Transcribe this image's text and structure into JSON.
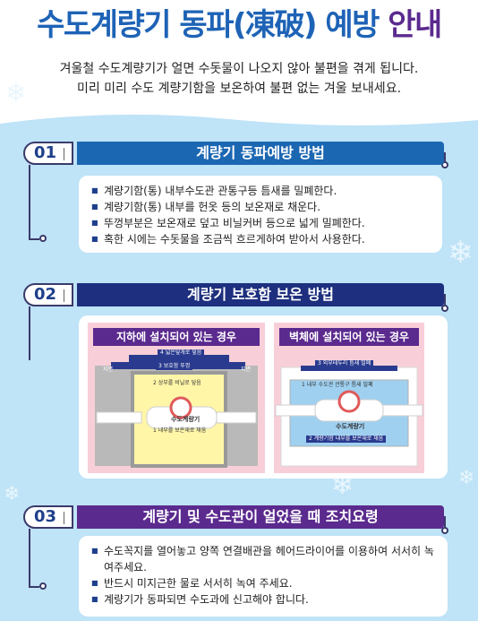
{
  "header": {
    "title_part1": "수도계량기",
    "title_part2": "동파(凍破)",
    "title_part3": "예방",
    "title_part4": "안내",
    "intro_line1": "겨울철 수도계량기가 얼면 수돗물이 나오지 않아 불편을 겪게 됩니다.",
    "intro_line2": "미리 미리 수도 계량기함을 보온하여 불편 없는 겨울 보내세요."
  },
  "section1": {
    "number": "01",
    "title": "계량기 동파예방 방법",
    "bullets": [
      "계량기함(통) 내부수도관 관통구등 틈새를 밀폐한다.",
      "계량기함(통) 내부를 헌옷 등의 보온재로 채운다.",
      "뚜껑부분은 보온재로 덮고 비닐커버 등으로 넓게 밀폐한다.",
      "혹한 시에는 수돗물을 조금씩 흐르게하여 받아서 사용한다."
    ]
  },
  "section2": {
    "number": "02",
    "title": "계량기 보호함 보온 방법",
    "left_panel": {
      "title": "지하에 설치되어 있는 경우",
      "label1": "4 넓은덮개로 덮음",
      "label2": "3 보호함 뚜껑",
      "label3": "2 상부를 비닐로 덮음",
      "label4": "1 내부를 보온재로 채움",
      "meter": "수도계량기",
      "ground_left": "지면",
      "ground_right": "지면"
    },
    "right_panel": {
      "title": "벽체에 설치되어 있는 경우",
      "label1": "3 외부테두리 틈새 밀폐",
      "label2": "1 내부 수도관 관통구 틈새 밀폐",
      "label3": "2 계량기함 내부를 보온재로 채움",
      "meter": "수도계량기"
    }
  },
  "section3": {
    "number": "03",
    "title": "계량기 및 수도관이 얼었을 때 조치요령",
    "bullets": [
      "수도꼭지를 열어놓고 양쪽 연결배관을 헤어드라이어를 이용하여 서서히 녹여주세요.",
      "반드시 미지근한 물로 서서히 녹여 주세요.",
      "계량기가 동파되면 수도과에 신고해야 합니다."
    ]
  },
  "colors": {
    "blue": "#1c67b2",
    "navy": "#1d2f7e",
    "purple": "#5b2a8e",
    "sky": "#bfe3f7",
    "pink": "#f8cfd8"
  }
}
